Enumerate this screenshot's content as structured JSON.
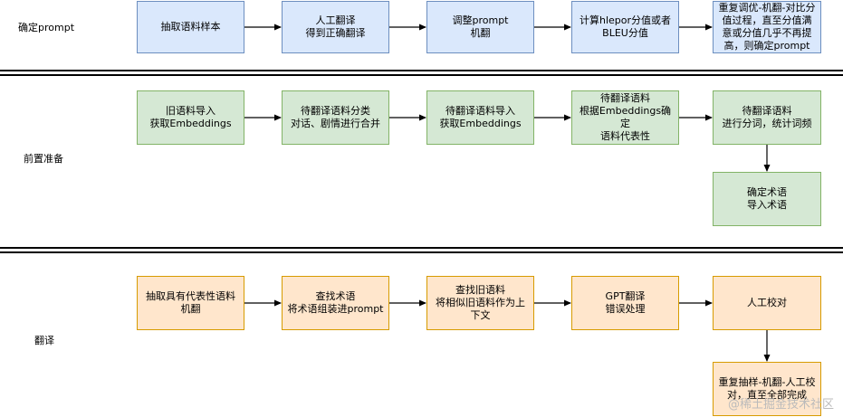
{
  "lanes": {
    "prompt": {
      "label": "确定prompt",
      "steps": [
        "抽取语料样本",
        "人工翻译\n得到正确翻译",
        "调整prompt\n机翻",
        "计算hlepor分值或者\nBLEU分值",
        "重复调优-机翻-对比分\n值过程，直至分值满\n意或分值几乎不再提\n高，则确定prompt"
      ]
    },
    "prep": {
      "label": "前置准备",
      "steps": [
        "旧语料导入\n获取Embeddings",
        "待翻译语料分类\n对话、剧情进行合并",
        "待翻译语料导入\n获取Embeddings",
        "待翻译语料\n根据Embeddings确定\n语料代表性",
        "待翻译语料\n进行分词，统计词频",
        "确定术语\n导入术语"
      ]
    },
    "translate": {
      "label": "翻译",
      "steps": [
        "抽取具有代表性语料\n机翻",
        "查找术语\n将术语组装进prompt",
        "查找旧语料\n将相似旧语料作为上\n下文",
        "GPT翻译\n错误处理",
        "人工校对",
        "重复抽样-机翻-人工校\n对，直至全部完成"
      ]
    }
  },
  "watermark": "@稀土掘金技术社区",
  "colors": {
    "blue_fill": "#dae8fc",
    "blue_border": "#6c8ebf",
    "green_fill": "#d5e8d4",
    "green_border": "#82b366",
    "orange_fill": "#ffe6cc",
    "orange_border": "#d79b00"
  }
}
